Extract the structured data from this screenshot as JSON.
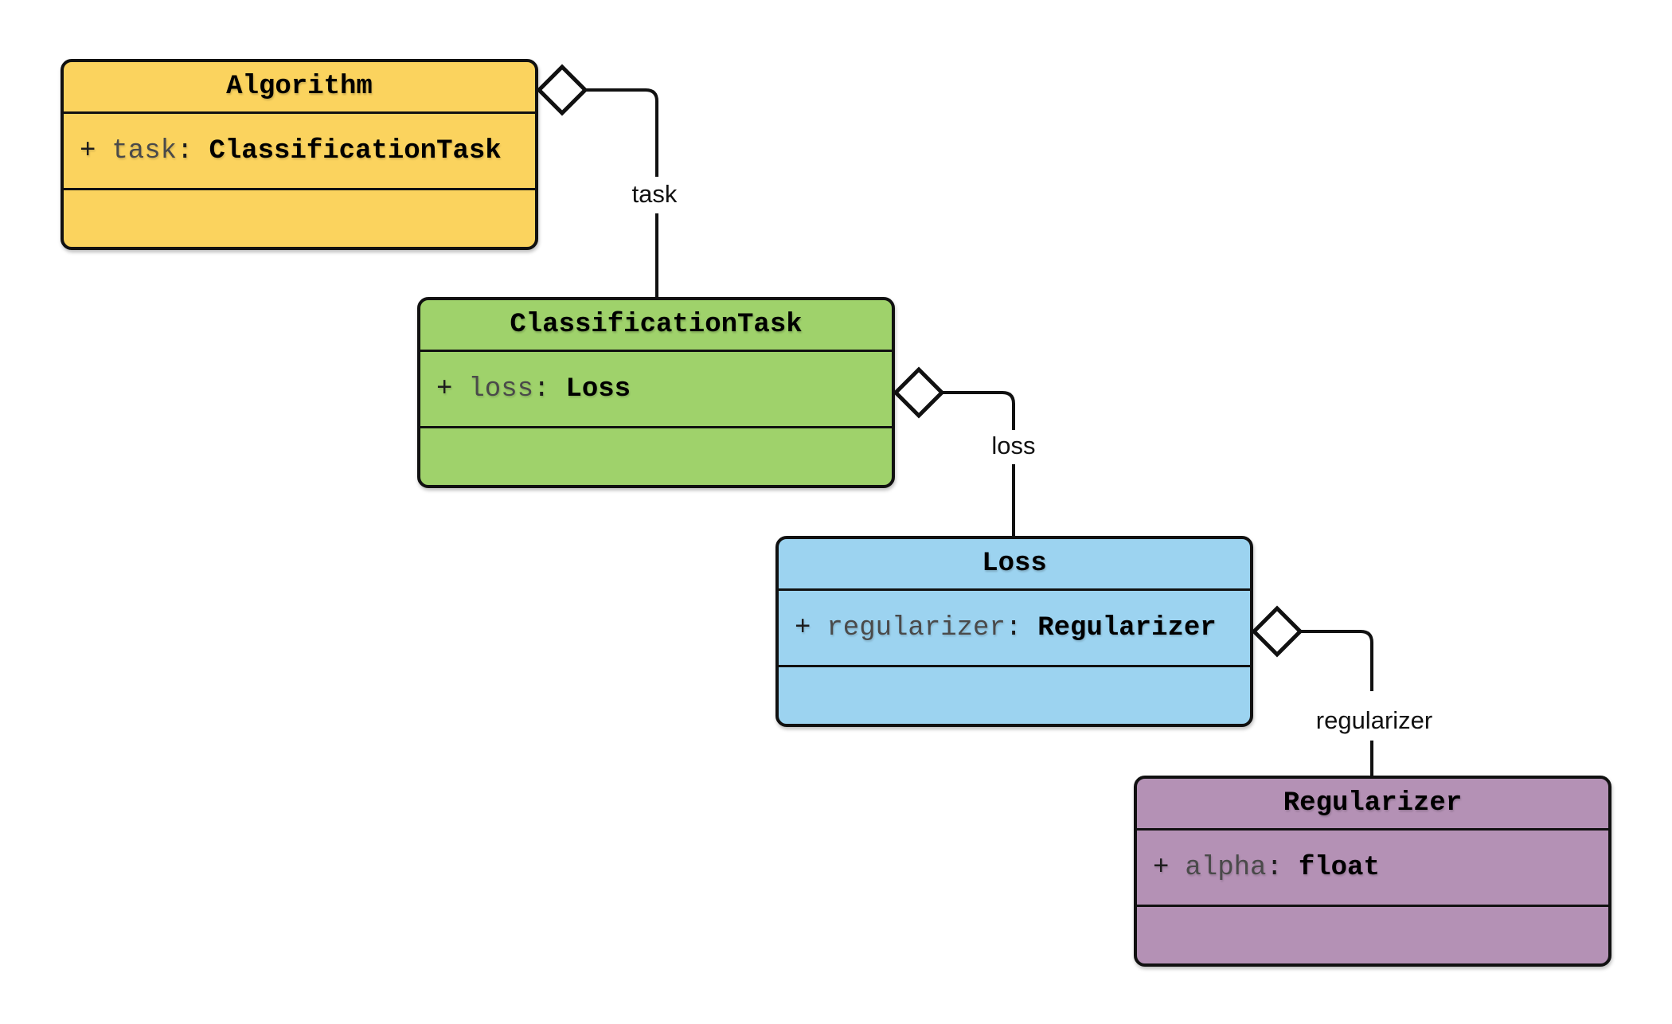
{
  "diagram": {
    "kind": "uml-class-diagram",
    "classes": [
      {
        "name": "Algorithm",
        "fill": "#FBD35E",
        "attributes": [
          {
            "visibility": "+",
            "name": "task",
            "separator": ":",
            "type": "ClassificationTask"
          }
        ]
      },
      {
        "name": "ClassificationTask",
        "fill": "#9FD26B",
        "attributes": [
          {
            "visibility": "+",
            "name": "loss",
            "separator": ":",
            "type": "Loss"
          }
        ]
      },
      {
        "name": "Loss",
        "fill": "#9CD3F0",
        "attributes": [
          {
            "visibility": "+",
            "name": "regularizer",
            "separator": ":",
            "type": "Regularizer"
          }
        ]
      },
      {
        "name": "Regularizer",
        "fill": "#B491B5",
        "attributes": [
          {
            "visibility": "+",
            "name": "alpha",
            "separator": ":",
            "type": "float"
          }
        ]
      }
    ],
    "relations": [
      {
        "from": "Algorithm",
        "to": "ClassificationTask",
        "label": "task",
        "type": "aggregation"
      },
      {
        "from": "ClassificationTask",
        "to": "Loss",
        "label": "loss",
        "type": "aggregation"
      },
      {
        "from": "Loss",
        "to": "Regularizer",
        "label": "regularizer",
        "type": "aggregation"
      }
    ],
    "colors": {
      "line": "#111111",
      "diamond_fill": "#ffffff",
      "label_text": "#111111",
      "title_text": "#000000",
      "attr_name": "#4a4a4a",
      "attr_punct": "#1d1d1d",
      "background": "#ffffff"
    }
  }
}
